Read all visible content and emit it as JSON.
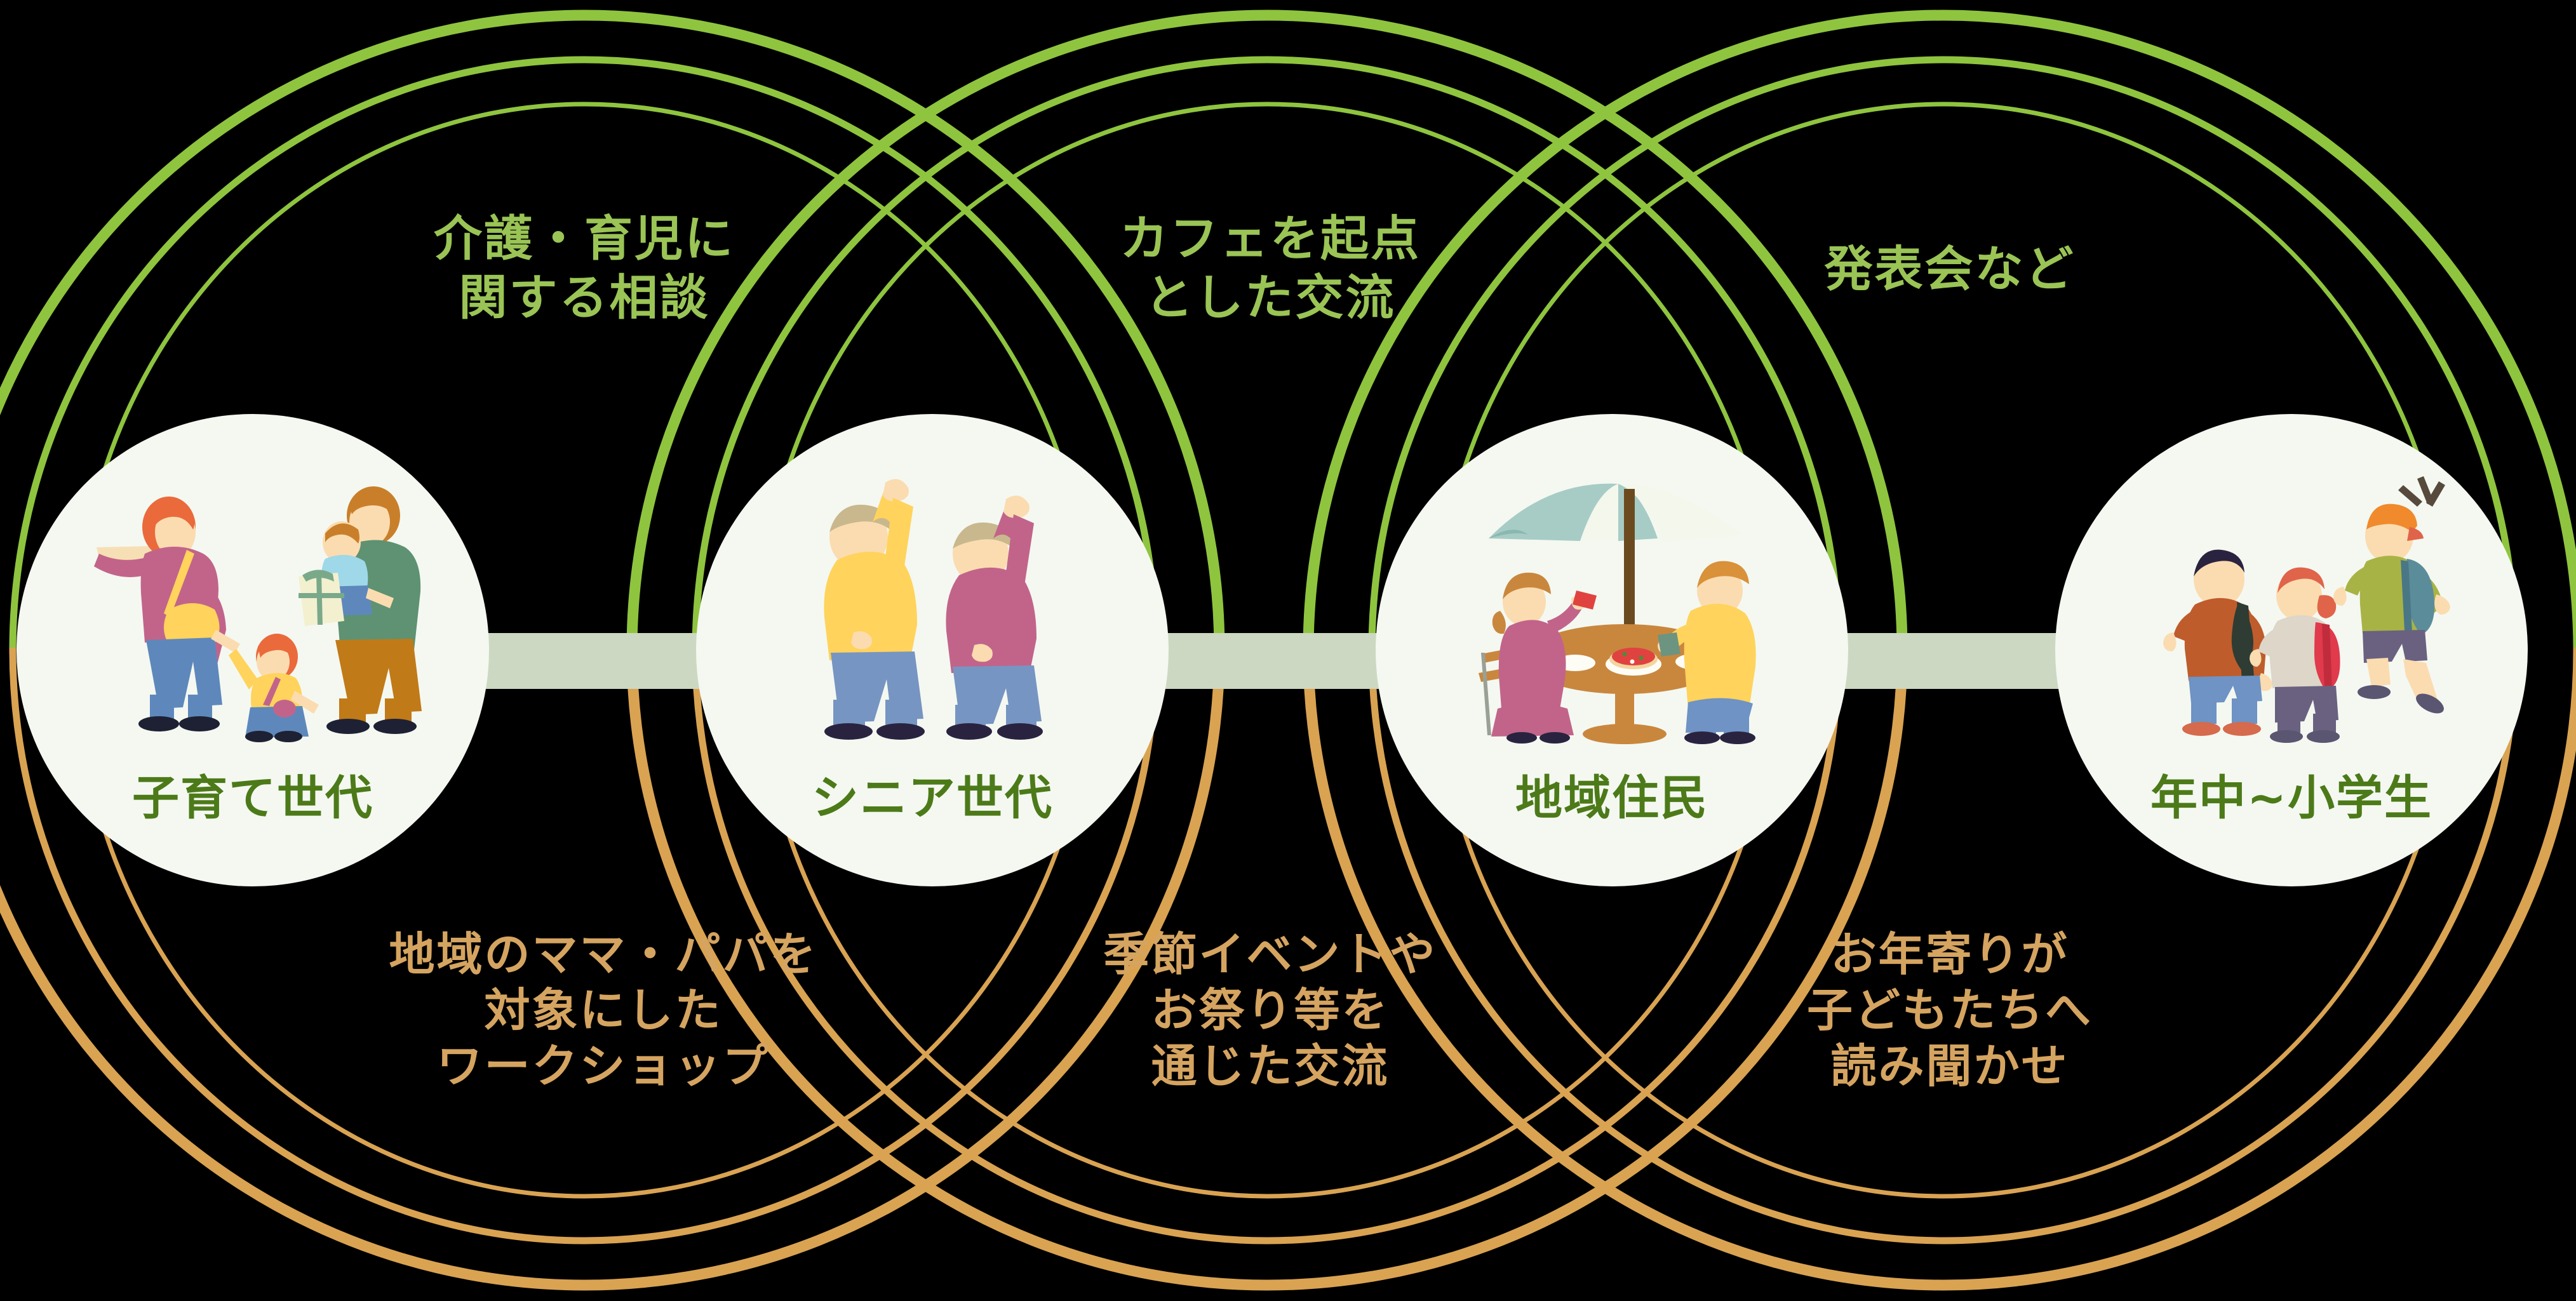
{
  "diagram": {
    "title": "地域交流イメージ図",
    "background_color": "#000000",
    "colors": {
      "top_arc": "#8fc43f",
      "top_label_text": "#9ac455",
      "bottom_arc": "#d9a352",
      "bottom_label_text": "#d5a460",
      "node_fill": "#f4f8f1",
      "node_label_text": "#4c7a19",
      "connector_bar": "#ccd8c1"
    }
  },
  "nodes": [
    {
      "id": "kosodate",
      "label": "子育て世代",
      "illustration": "family-parents-with-children-illustration"
    },
    {
      "id": "senior",
      "label": "シニア世代",
      "illustration": "two-seniors-stretching-illustration"
    },
    {
      "id": "chiiki",
      "label": "地域住民",
      "illustration": "cafe-terrace-table-parasol-illustration"
    },
    {
      "id": "children",
      "label": "年中~小学生",
      "illustration": "three-schoolchildren-walking-illustration"
    }
  ],
  "top_captions": [
    {
      "id": "cap-top-1",
      "text": "介護・育児に\n関する相談",
      "between": [
        "kosodate",
        "senior"
      ]
    },
    {
      "id": "cap-top-2",
      "text": "カフェを起点\nとした交流",
      "between": [
        "senior",
        "chiiki"
      ]
    },
    {
      "id": "cap-top-3",
      "text": "発表会など",
      "between": [
        "chiiki",
        "children"
      ]
    }
  ],
  "bottom_captions": [
    {
      "id": "cap-bot-1",
      "text": "地域のママ・パパを\n対象にした\nワークショップ",
      "between": [
        "kosodate",
        "senior"
      ]
    },
    {
      "id": "cap-bot-2",
      "text": "季節イベントや\nお祭り等を\n通じた交流",
      "between": [
        "senior",
        "chiiki"
      ]
    },
    {
      "id": "cap-bot-3",
      "text": "お年寄りが\n子どもたちへ\n読み聞かせ",
      "between": [
        "chiiki",
        "children"
      ]
    }
  ]
}
